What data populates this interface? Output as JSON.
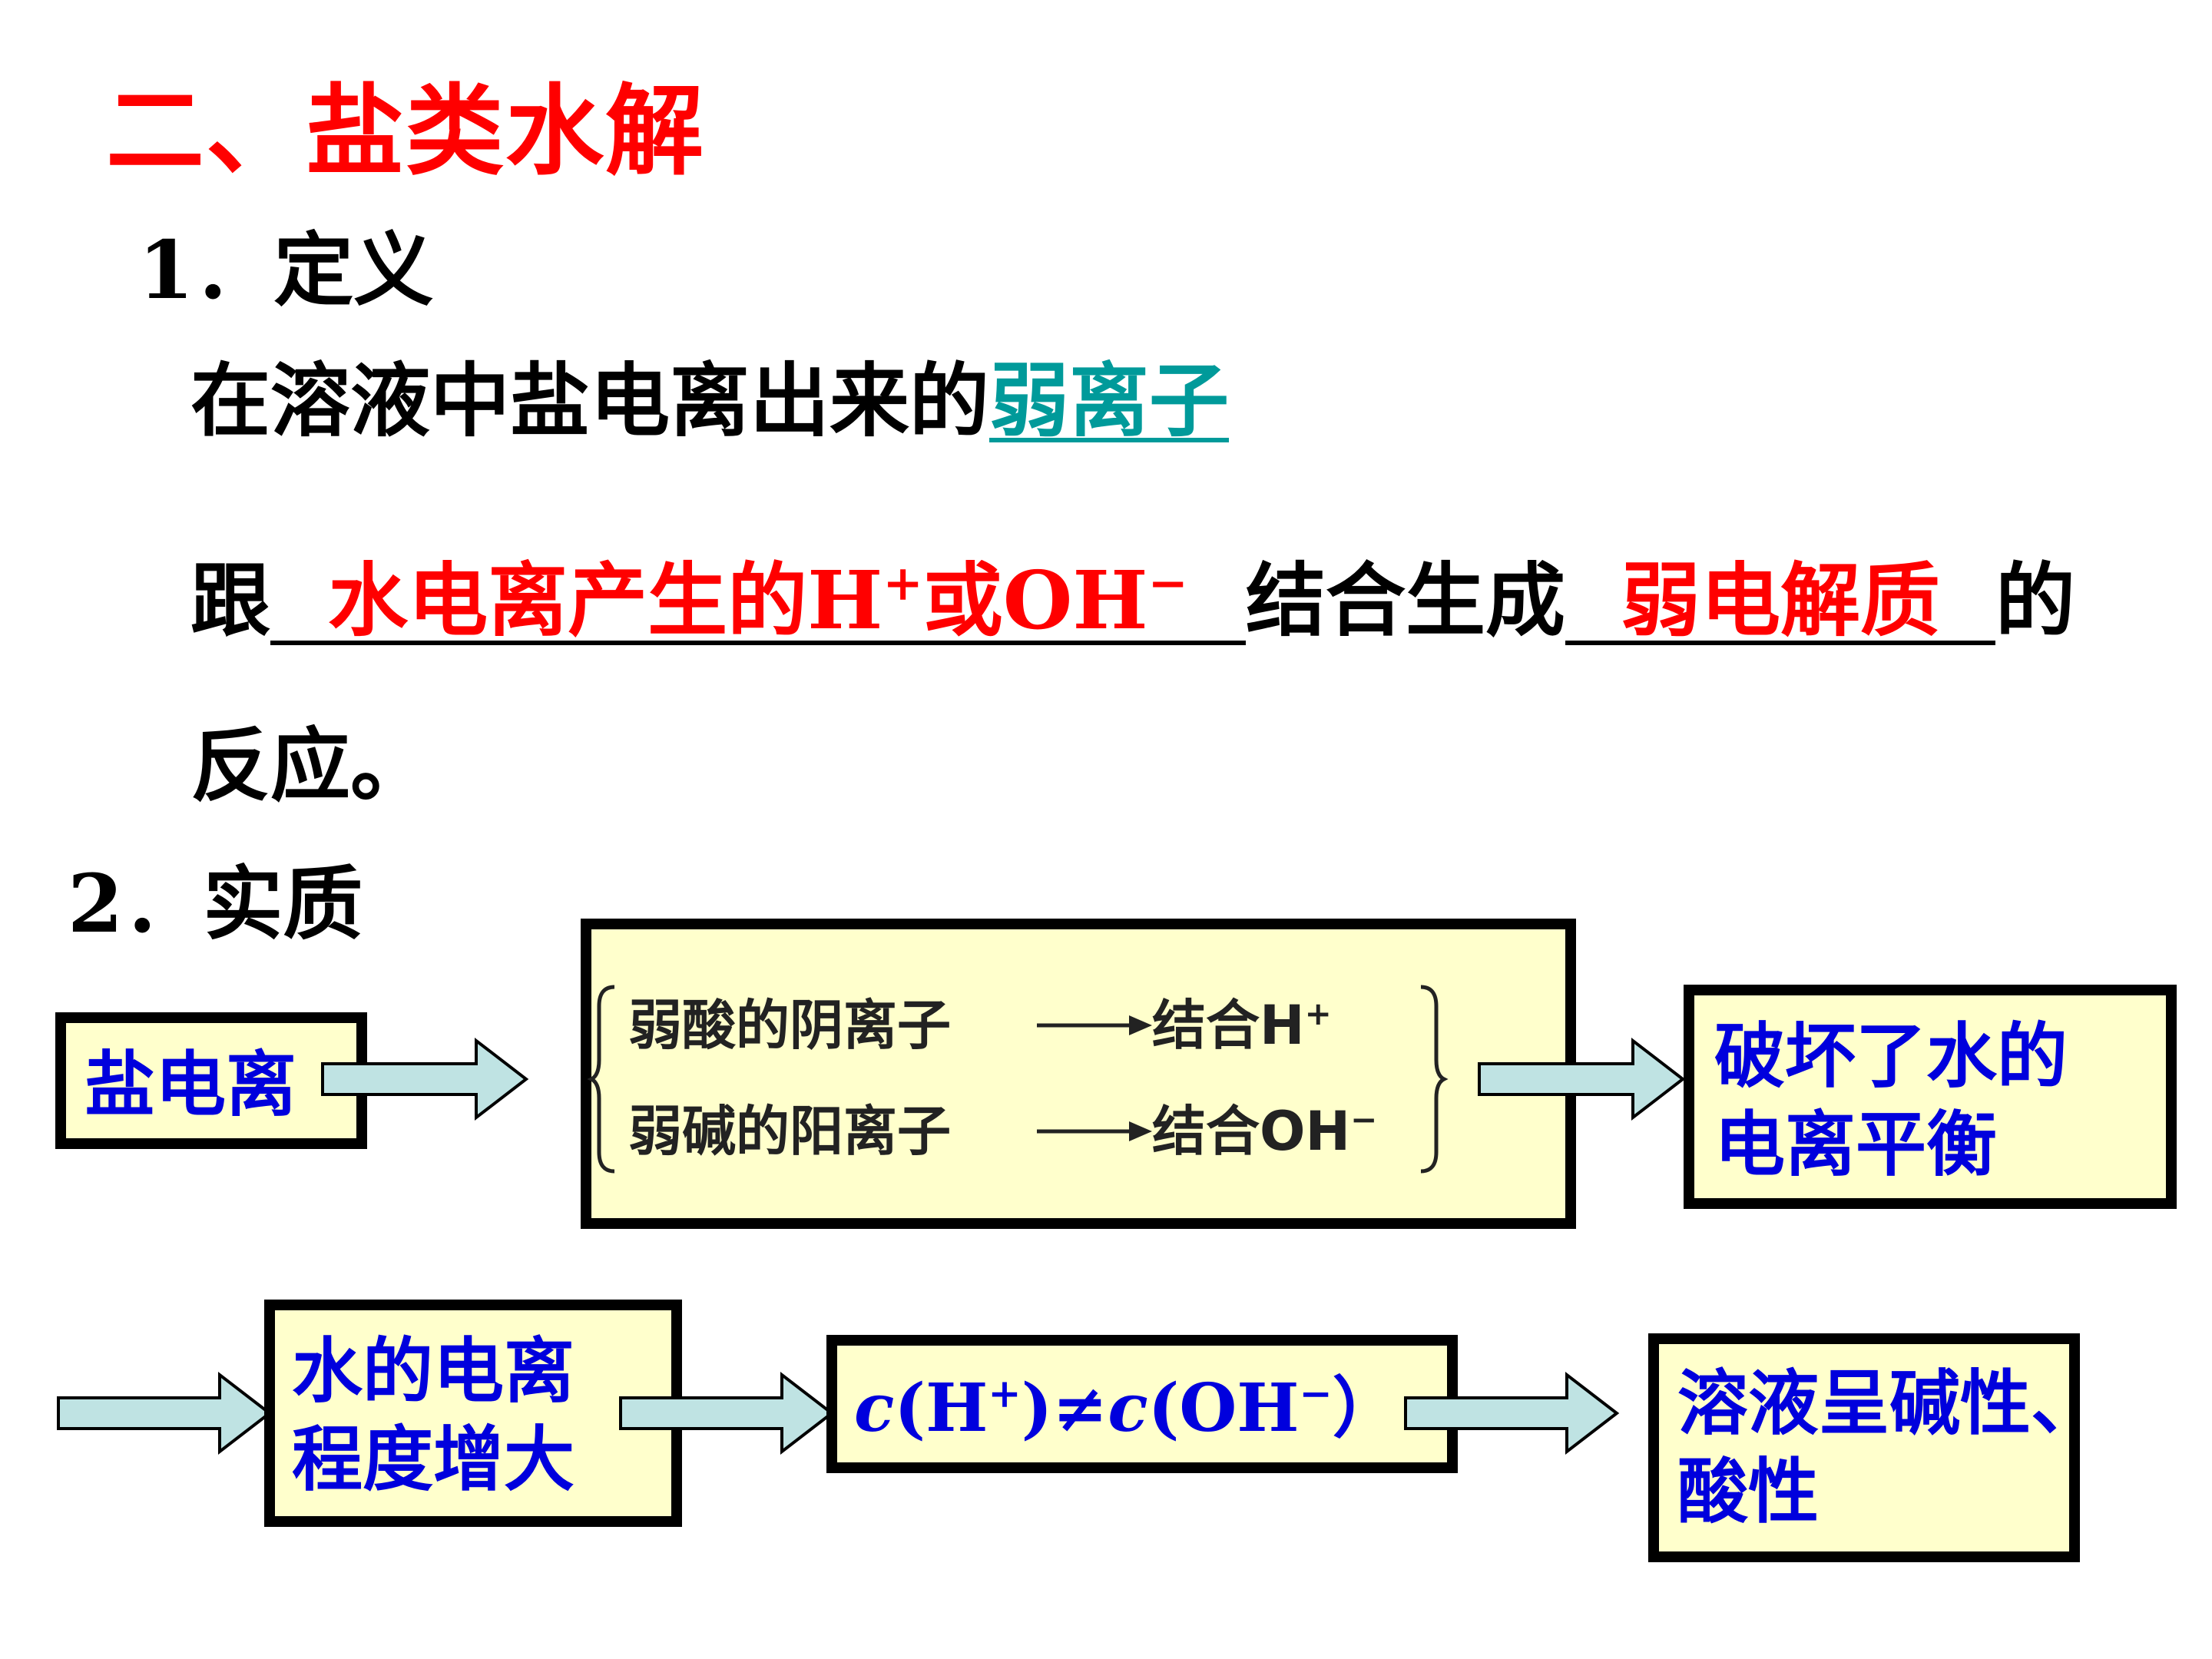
{
  "title": "二、盐类水解",
  "section1": {
    "heading": "1．定义",
    "line1_prefix": "在溶液中盐电离出来的",
    "line1_answer": "弱离子",
    "line2_prefix": "跟",
    "blank1_answer": "水电离产生的H",
    "blank1_sup1": "+",
    "blank1_mid": "或OH",
    "blank1_sup2": "−",
    "line2_mid": "结合生成",
    "blank2_answer": "弱电解质",
    "line2_suffix": "的",
    "line3": "反应。"
  },
  "section2": {
    "heading": "2．实质",
    "box_salt": "盐电离",
    "inner_row1_left": "弱酸的阴离子",
    "inner_row1_right": "结合H",
    "inner_row1_sup": "+",
    "inner_row2_left": "弱碱的阳离子",
    "inner_row2_right": "结合OH",
    "inner_row2_sup": "−",
    "box_destroy_line1": "破坏了水的",
    "box_destroy_line2": "电离平衡",
    "box_degree_line1": "水的电离",
    "box_degree_line2": "程度增大",
    "box_conc": {
      "c1": "c",
      "p1": "(H",
      "sup1": "+",
      "p2": ")≠",
      "c2": "c",
      "p3": "(OH",
      "sup2": "−",
      "p4": "）"
    },
    "box_result_line1": "溶液呈碱性、",
    "box_result_line2": "酸性"
  },
  "colors": {
    "title": "#ff0000",
    "answer_red": "#ff0000",
    "answer_teal": "#009a9a",
    "box_fill": "#ffffcc",
    "box_text": "#0000dd",
    "arrow_fill": "#bfe3e3"
  }
}
